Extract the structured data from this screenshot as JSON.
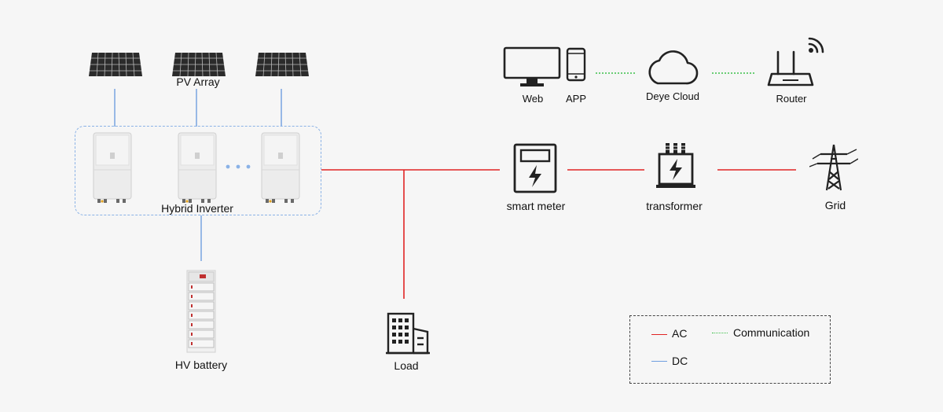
{
  "labels": {
    "pv_array": "PV Array",
    "hybrid_inverter": "Hybrid Inverter",
    "hv_battery": "HV battery",
    "load": "Load",
    "web": "Web",
    "app": "APP",
    "deye_cloud": "Deye Cloud",
    "router": "Router",
    "smart_meter": "smart meter",
    "transformer": "transformer",
    "grid": "Grid"
  },
  "legend": {
    "ac": "AC",
    "dc": "DC",
    "communication": "Communication"
  },
  "colors": {
    "ac": "#e02424",
    "dc": "#6f9fe0",
    "communication": "#3cbf4a",
    "background": "#f6f6f6"
  },
  "icons": [
    "solar-panel-icon",
    "inverter-icon",
    "battery-rack-icon",
    "building-icon",
    "monitor-icon",
    "phone-icon",
    "cloud-icon",
    "router-icon",
    "smart-meter-icon",
    "transformer-icon",
    "power-tower-icon"
  ]
}
